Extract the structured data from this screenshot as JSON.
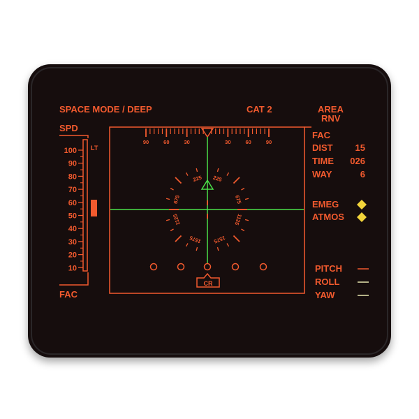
{
  "header": {
    "mode": "SPACE MODE / DEEP",
    "category": "CAT 2",
    "area": "AREA",
    "rnav": "RNV"
  },
  "speed_tape": {
    "title": "SPD",
    "lt_label": "LT",
    "ticks": [
      "100",
      "90",
      "80",
      "70",
      "60",
      "50",
      "40",
      "30",
      "20",
      "10"
    ],
    "footer": "FAC"
  },
  "heading_scale": {
    "labels": [
      "90",
      "60",
      "30",
      "",
      "30",
      "60",
      "90"
    ]
  },
  "compass": {
    "labels": [
      "225",
      "225",
      "675",
      "675",
      "1125",
      "1125",
      "1575",
      "1575"
    ]
  },
  "nav_panel": {
    "title": "FAC",
    "rows": [
      {
        "label": "DIST",
        "value": "15"
      },
      {
        "label": "TIME",
        "value": "026"
      },
      {
        "label": "WAY",
        "value": "6"
      }
    ]
  },
  "alerts": [
    {
      "label": "EMEG"
    },
    {
      "label": "ATMOS"
    }
  ],
  "attitude": [
    {
      "label": "PITCH"
    },
    {
      "label": "ROLL"
    },
    {
      "label": "YAW"
    }
  ],
  "cr_label": "CR",
  "colors": {
    "hud_orange": "#f25a2e",
    "hud_green": "#4ae04a",
    "alert_yellow": "#f2d43a",
    "screen_bg": "#141011",
    "stitch": "#2a2628"
  }
}
